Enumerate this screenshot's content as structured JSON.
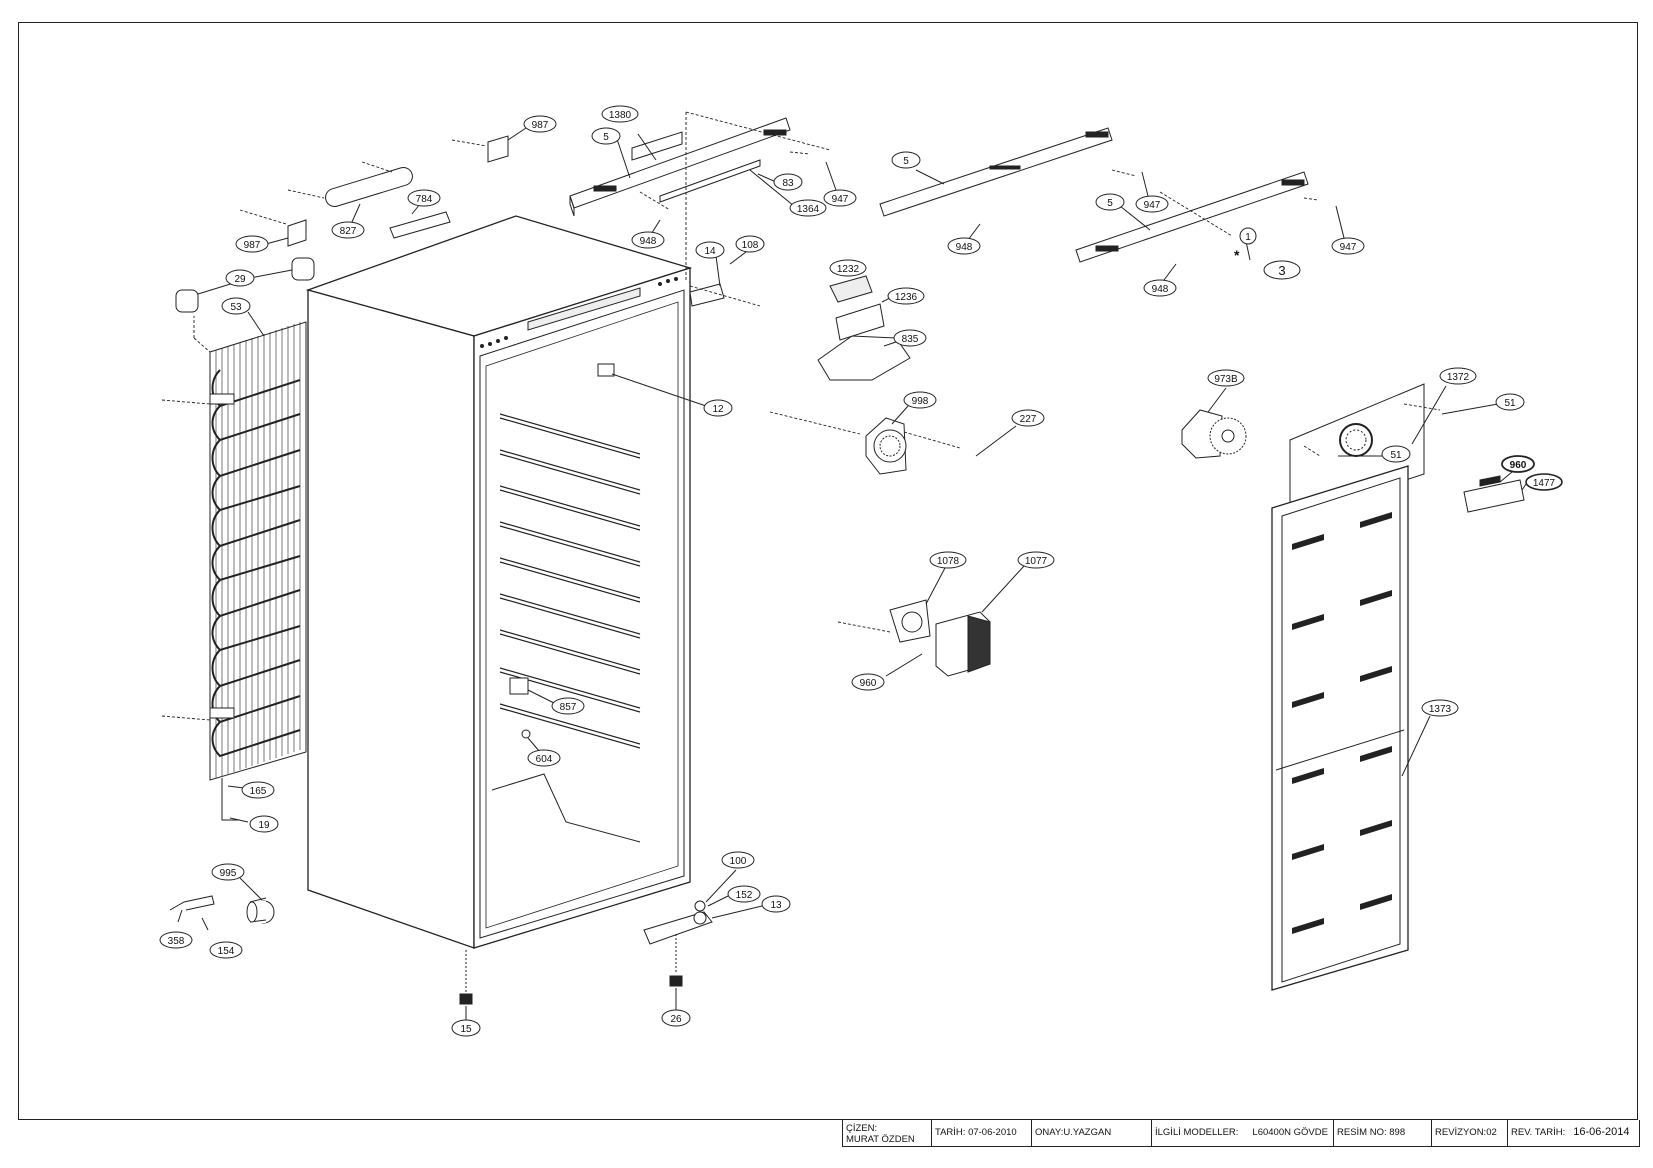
{
  "parts": {
    "p1380": "1380",
    "p5a": "5",
    "p5b": "5",
    "p5c": "5",
    "p987a": "987",
    "p987b": "987",
    "p784": "784",
    "p827": "827",
    "p83": "83",
    "p1364": "1364",
    "p947a": "947",
    "p947b": "947",
    "p947c": "947",
    "p948a": "948",
    "p948b": "948",
    "p948c": "948",
    "p14": "14",
    "p108": "108",
    "p29": "29",
    "p53": "53",
    "p1232": "1232",
    "p1236": "1236",
    "p835": "835",
    "p12": "12",
    "p998": "998",
    "p227": "227",
    "p973B": "973B",
    "p1372": "1372",
    "p51a": "51",
    "p51b": "51",
    "p960a": "960",
    "p1477": "1477",
    "p1078": "1078",
    "p1077": "1077",
    "p960b": "960",
    "p857": "857",
    "p604": "604",
    "p165": "165",
    "p19": "19",
    "p1373": "1373",
    "p995": "995",
    "p358": "358",
    "p154": "154",
    "p100": "100",
    "p152": "152",
    "p13": "13",
    "p15": "15",
    "p26": "26",
    "p1": "1",
    "p3": "3",
    "star": "*"
  },
  "titleblock": {
    "drawn_label": "ÇİZEN:",
    "drawn_by": "MURAT ÖZDEN",
    "date": "TARİH: 07-06-2010",
    "approved": "ONAY:U.YAZGAN",
    "models_label": "İLGİLİ MODELLER:",
    "model": "L60400N GÖVDE",
    "drawing_no": "RESİM NO: 898",
    "revision": "REVİZYON:02",
    "rev_date_label": "REV. TARİH:",
    "rev_date": "16-06-2014"
  }
}
